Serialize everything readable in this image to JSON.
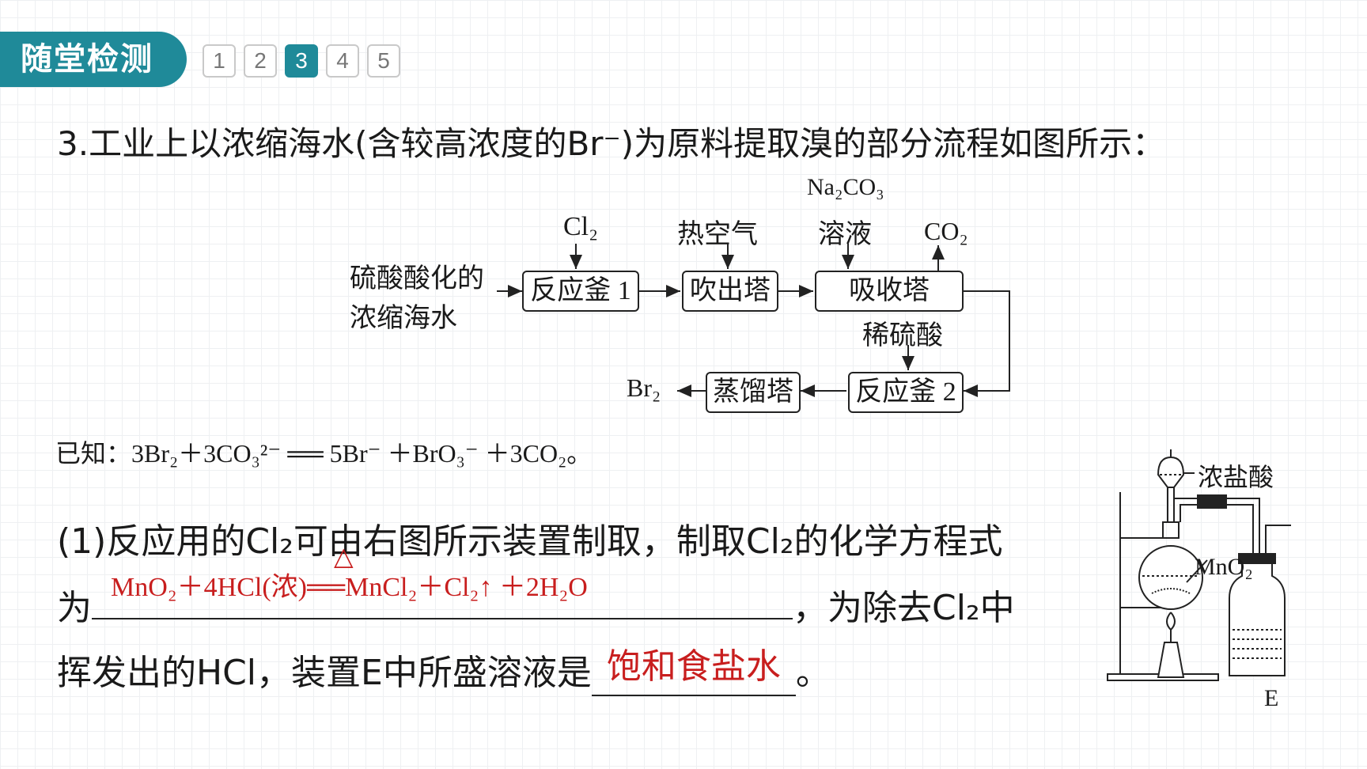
{
  "header": {
    "title": "随堂检测",
    "pages": [
      "1",
      "2",
      "3",
      "4",
      "5"
    ],
    "active_page": "3"
  },
  "question": {
    "title": "3.工业上以浓缩海水(含较高浓度的Br⁻)为原料提取溴的部分流程如图所示："
  },
  "flowchart": {
    "input_line1": "硫酸酸化的",
    "input_line2": "浓缩海水",
    "reactor1": "反应釜 1",
    "blower": "吹出塔",
    "absorber": "吸收塔",
    "reactor2": "反应釜 2",
    "distiller": "蒸馏塔",
    "cl2": "Cl₂",
    "hot_air": "热空气",
    "na2co3": "Na₂CO₃",
    "solution": "溶液",
    "co2": "CO₂",
    "dilute_h2so4": "稀硫酸",
    "br2": "Br₂"
  },
  "known": {
    "label": "已知：",
    "equation": "3Br₂＋3CO₃²⁻ ══ 5Br⁻ ＋BrO₃⁻ ＋3CO₂。"
  },
  "part1": {
    "line1": "(1)反应用的Cl₂可由右图所示装置制取，制取Cl₂的化学方程式",
    "line2_prefix": "为",
    "line2_suffix": "，为除去Cl₂中",
    "line3_prefix": "挥发出的HCl，装置E中所盛溶液是",
    "answer2": "饱和食盐水",
    "line3_suffix": "。",
    "answer1_heat": "△",
    "answer1": "MnO₂＋4HCl(浓)══MnCl₂＋Cl₂↑ ＋2H₂O"
  },
  "apparatus": {
    "acid_label": "浓盐酸",
    "mno2_label": "MnO₂",
    "e_label": "E"
  }
}
